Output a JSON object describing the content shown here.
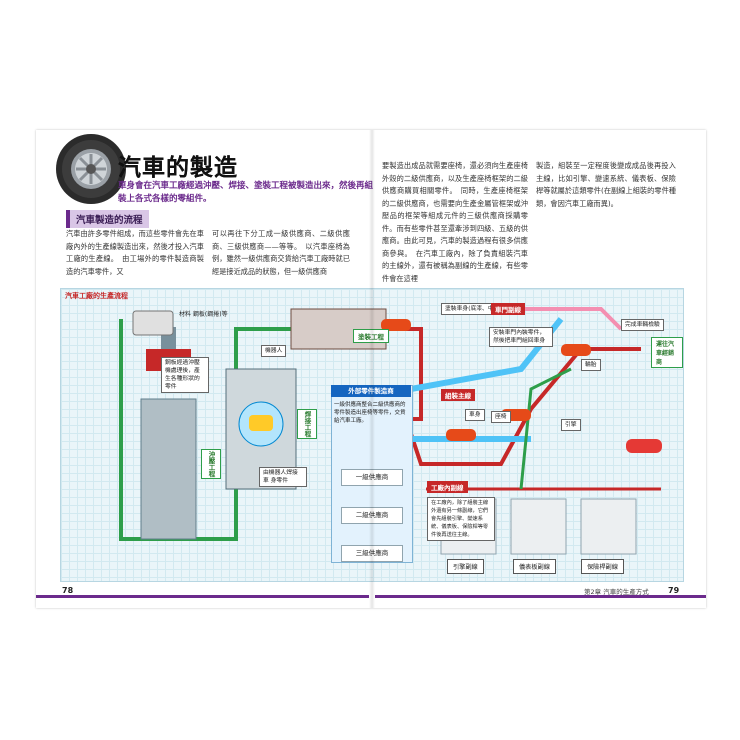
{
  "header": {
    "title": "汽車的製造",
    "subtitle": "車身會在汽車工廠經過沖壓、焊接、塗裝工程被製造出來，然後再組裝上各式各樣的零組件。"
  },
  "section": {
    "title": "汽車製造的流程"
  },
  "body": {
    "col1": "汽車由許多零件組成，而這些零件會先在車廠內外的生產線製造出來，然後才投入汽車工廠的生產線。　由工場外的零件製造商製造的汽車零件，又",
    "col2": "可以再往下分工成一級供應商、二級供應商、三級供應商——等等。　以汽車座椅為例，雖然一級供應商交貨給汽車工廠時就已經是接近成品的狀態，但一級供應商",
    "col3": "要製造出成品就需要座椅，還必須向生產座椅外殼的二級供應商，以及生產座椅框架的二級供應商購買相關零件。　同時，生產座椅框架的二級供應商，也需要向生產金屬管框架或沖壓品的框架等組成元件的三級供應商採購零件。而有些零件甚至還牽涉到四級、五級的供應商。由此可見，汽車的製造過程有很多供應商參與。　在汽車工廠內，除了負責組裝汽車的主線外，還有被稱為副線的生產線，有些零件會在這裡",
    "col4": "製造，組裝至一定程度後變成成品後再投入主線，比如引擎、變速系統、儀表板、保險桿等就屬於這類零件(在副線上組裝的零件種類，會因汽車工廠而異)。"
  },
  "diagram": {
    "title": "汽車工廠的生產流程",
    "material": "材料\n鋼板(鋼捲)等",
    "press_note": "鋼板經過沖壓\n機處理後，產\n生各種形狀的\n零件",
    "press_label": "沖壓工程",
    "welding_label": "焊接工程",
    "welding_robot": "由機器人焊接車\n身零件",
    "paint_label": "塗裝工程",
    "paint_note": "塗裝車身(底漆、中塗、面漆)",
    "assembly_label": "組裝主線",
    "door_label": "車門副線",
    "door_note": "安裝車門內裝零件，然後把車門組回車身",
    "robot_label": "機器人",
    "inspection_label": "完成車輛檢驗",
    "ship_label": "運往汽車經銷商",
    "supplier_title": "外部零件製造商",
    "supplier_note": "一級供應商整合二級供應商的零件製造出座椅等零件，交貨給汽車工廠。",
    "tier1": "一級供應商",
    "tier2": "二級供應商",
    "tier3": "三級供應商",
    "sub_title": "工廠內副線",
    "sub_note": "在工廠內，除了組裝主線外還有另一條副線，它們會先組裝引擎、變速系統、儀表板、保險桿等零件後再送往主線。",
    "engine_line": "引擎副線",
    "panel_line": "儀表板副線",
    "bumper_line": "保險桿副線",
    "seat_label": "座椅",
    "engine_label": "引擎",
    "tire_label": "輪胎",
    "body_label": "車身"
  },
  "footer": {
    "page_left": "78",
    "page_right": "79",
    "chapter": "第2章 汽車的生產方式"
  },
  "colors": {
    "accent": "#6b2a8c",
    "press": "#2e9e4a",
    "main": "#c62828",
    "supplier": "#1565c0"
  }
}
